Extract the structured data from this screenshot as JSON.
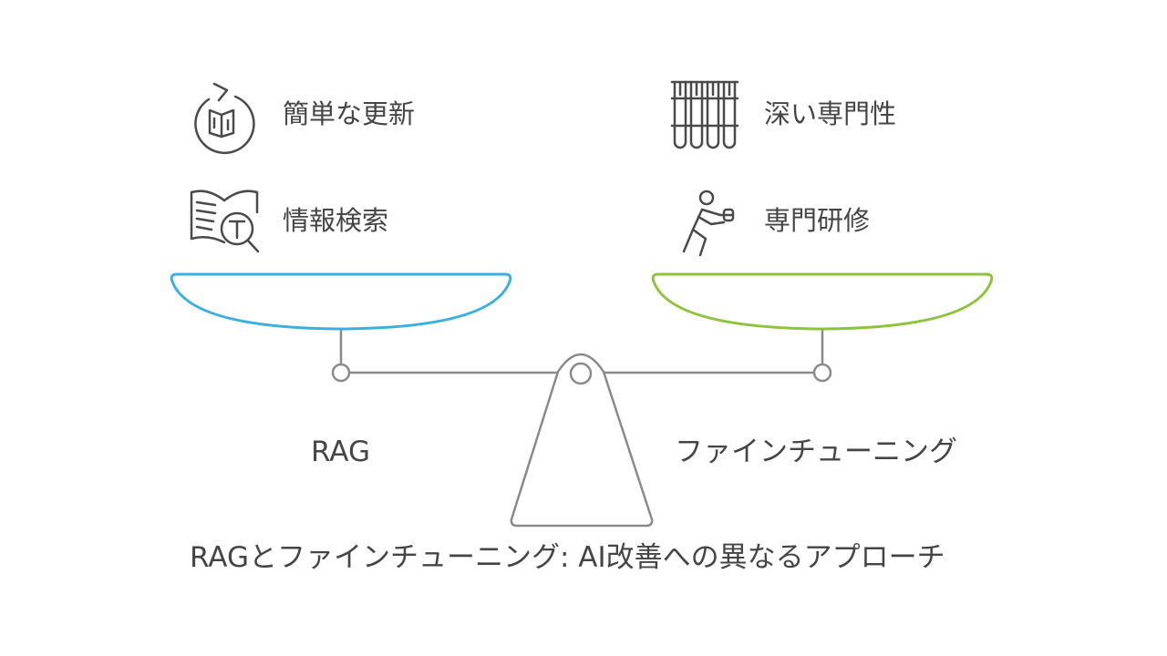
{
  "left_side": {
    "label": "RAG",
    "color": "#3ab0e2",
    "features": [
      {
        "text": "簡単な更新",
        "icon": "book-refresh-icon"
      },
      {
        "text": "情報検索",
        "icon": "book-search-icon"
      }
    ]
  },
  "right_side": {
    "label": "ファインチューニング",
    "color": "#8cc43c",
    "features": [
      {
        "text": "深い専門性",
        "icon": "test-tubes-icon"
      },
      {
        "text": "専門研修",
        "icon": "person-training-icon"
      }
    ]
  },
  "caption": "RAGとファインチューニング: AI改善への異なるアプローチ"
}
